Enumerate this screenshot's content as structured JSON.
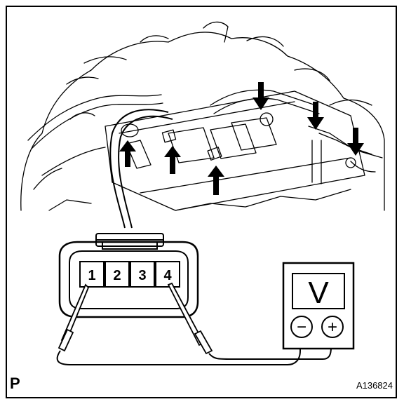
{
  "figure": {
    "page_letter": "P",
    "figure_code": "A136824"
  },
  "connector": {
    "pins": [
      "1",
      "2",
      "3",
      "4"
    ],
    "probe_pins": [
      "1",
      "4"
    ]
  },
  "meter": {
    "mode_symbol": "V",
    "negative_symbol": "−",
    "positive_symbol": "+"
  },
  "engine_illustration": {
    "arrow_count": 6,
    "arrow_directions": [
      "up",
      "up",
      "up",
      "down",
      "down",
      "down"
    ]
  }
}
